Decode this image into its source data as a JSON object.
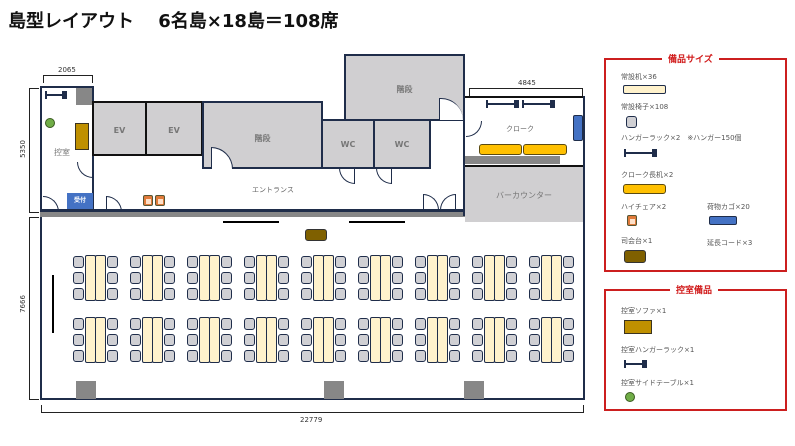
{
  "title": "島型レイアウト　 6名島×18島＝108席",
  "dimensions": {
    "waiting_room_width": "2065",
    "cloak_width": "4845",
    "upper_height": "5350",
    "lower_height": "7666",
    "total_width": "22779"
  },
  "rooms": {
    "waiting_room": "控室",
    "reception": "受付",
    "ev1": "EV",
    "ev2": "EV",
    "stairs1": "階段",
    "stairs2": "階段",
    "wc1": "WC",
    "wc2": "WC",
    "entrance": "エントランス",
    "cloak": "クローク",
    "bar_counter": "バーカウンター"
  },
  "hall": {
    "rows": 2,
    "islands_per_row": 9,
    "seats_per_island": 6,
    "total_islands": 18,
    "total_seats": 108
  },
  "legend_equipment": {
    "heading": "備品サイズ",
    "items": [
      {
        "label": "常設机×36",
        "icon": "desk-icon"
      },
      {
        "label": "常設椅子×108",
        "icon": "chair-icon"
      },
      {
        "label": "ハンガーラック×2　※ハンガー150個",
        "icon": "hanger-rack-icon"
      },
      {
        "label": "クローク長机×2",
        "icon": "long-desk-icon"
      },
      {
        "label": "ハイチェア×2",
        "icon": "high-chair-icon"
      },
      {
        "label": "荷物カゴ×20",
        "icon": "baggage-basket-icon"
      },
      {
        "label": "司会台×1",
        "icon": "podium-icon"
      },
      {
        "label": "延長コード×3",
        "icon": "extension-cord-icon"
      }
    ]
  },
  "legend_waiting": {
    "heading": "控室備品",
    "items": [
      {
        "label": "控室ソファ×1",
        "icon": "sofa-icon"
      },
      {
        "label": "控室ハンガーラック×1",
        "icon": "hanger-rack-icon"
      },
      {
        "label": "控室サイドテーブル×1",
        "icon": "side-table-icon"
      }
    ]
  },
  "colors": {
    "wall": "#1f2d4a",
    "room_fill": "#d0cfd1",
    "desk": "#fff2cc",
    "chair": "#d0d0d4",
    "long_desk": "#ffc000",
    "basket": "#4472c4",
    "podium": "#7f6000",
    "sofa": "#bf9000",
    "side_table": "#70ad47",
    "legend_border": "#cc1f1f"
  }
}
